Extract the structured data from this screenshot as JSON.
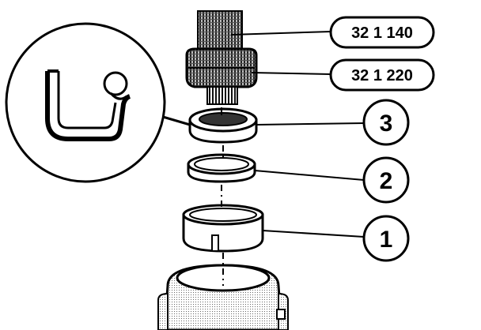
{
  "tools": [
    {
      "label": "32 1 140"
    },
    {
      "label": "32 1 220"
    }
  ],
  "callouts": [
    {
      "number": "3"
    },
    {
      "number": "2"
    },
    {
      "number": "1"
    }
  ]
}
